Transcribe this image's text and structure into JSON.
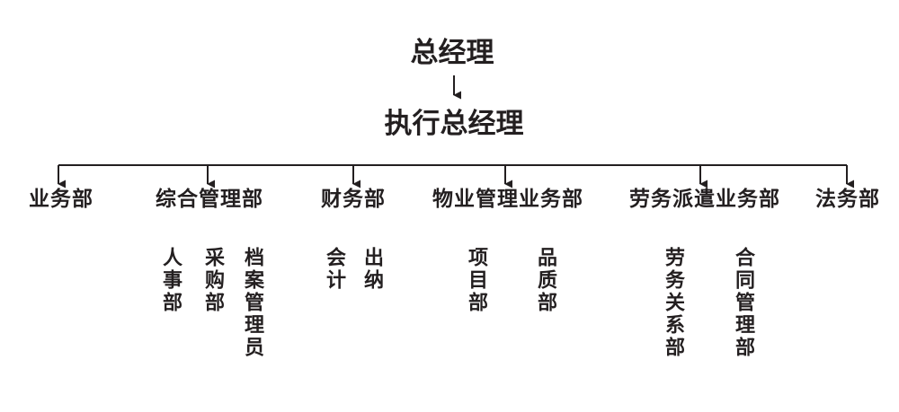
{
  "org": {
    "ceo": "总经理",
    "executive": "执行总经理",
    "departments": [
      {
        "name": "业务部",
        "subunits": []
      },
      {
        "name": "综合管理部",
        "subunits": [
          "人事部",
          "采购部",
          "档案管理员"
        ]
      },
      {
        "name": "财务部",
        "subunits": [
          "会计",
          "出纳"
        ]
      },
      {
        "name": "物业管理业务部",
        "subunits": [
          "项目部",
          "品质部"
        ]
      },
      {
        "name": "劳务派遣业务部",
        "subunits": [
          "劳务关系部",
          "合同管理部"
        ]
      },
      {
        "name": "法务部",
        "subunits": []
      }
    ]
  },
  "colors": {
    "line": "#231f20",
    "text": "#231f20",
    "background": "#ffffff"
  }
}
